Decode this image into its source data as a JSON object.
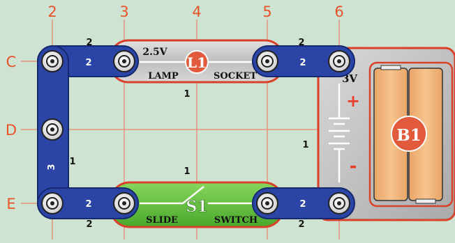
{
  "grid": {
    "columns": [
      "2",
      "3",
      "4",
      "5",
      "6"
    ],
    "rows": [
      "C",
      "D",
      "E"
    ]
  },
  "components": {
    "lamp": {
      "voltage": "2.5V",
      "name": "L1",
      "label_left": "LAMP",
      "label_right": "SOCKET",
      "level": "1"
    },
    "battery": {
      "voltage": "3V",
      "name": "B1",
      "plus": "+",
      "minus": "-",
      "level": "1"
    },
    "switch": {
      "name": "S1",
      "label_left": "SLIDE",
      "label_right": "SWITCH",
      "level": "1"
    },
    "wire_top_left": {
      "size": "2",
      "level": "2"
    },
    "wire_top_right": {
      "size": "2",
      "level": "2"
    },
    "wire_left": {
      "size": "3",
      "level": "1"
    },
    "wire_bottom_left": {
      "size": "2",
      "level": "2"
    },
    "wire_bottom_right": {
      "size": "2",
      "level": "2"
    }
  },
  "colors": {
    "board": "#cfe3d2",
    "grid_line": "#e8836a",
    "label": "#e8542a",
    "wire": "#2a45a6",
    "lamp_socket": "#c9c9c9",
    "switch_body": "#62c03e",
    "battery_holder": "#c6c6c6",
    "battery_cell": "#f2b77e",
    "outline_red": "#d8412a"
  }
}
